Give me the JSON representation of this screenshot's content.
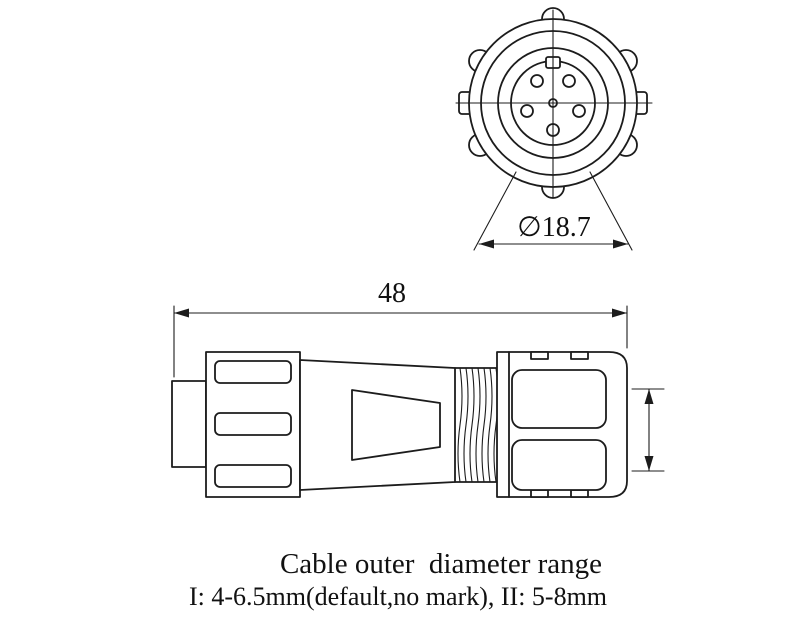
{
  "colors": {
    "background": "#ffffff",
    "line": "#1c1c1c",
    "text": "#111111"
  },
  "front_view": {
    "diameter_label": "∅18.7"
  },
  "side_view": {
    "length_label": "48"
  },
  "caption": {
    "line1": "Cable outer  diameter range",
    "line2": "I: 4-6.5mm(default,no mark), II: 5-8mm"
  }
}
